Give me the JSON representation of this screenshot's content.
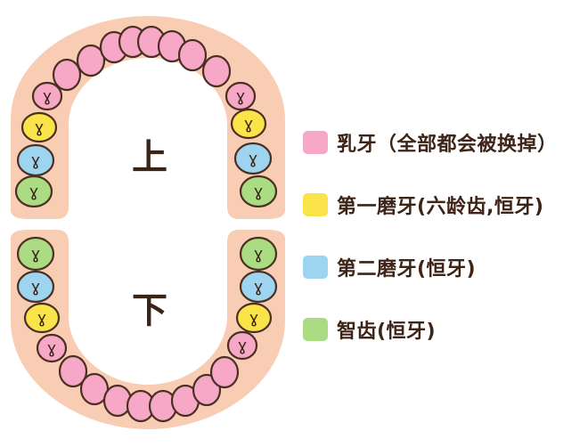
{
  "upper_label": "上",
  "lower_label": "下",
  "colors": {
    "gum": "#f8cdb4",
    "outline": "#4a3022",
    "baby": "#f6a8c6",
    "first_molar": "#fbe34a",
    "second_molar": "#9dd5f1",
    "wisdom": "#abdc83"
  },
  "tooth_mark": "ɣ",
  "legend": [
    {
      "text": "乳牙（全部都会被换掉）",
      "color": "#f6a8c6"
    },
    {
      "text": "第一磨牙(六龄齿,恒牙)",
      "color": "#fbe34a"
    },
    {
      "text": "第二磨牙(恒牙)",
      "color": "#9dd5f1"
    },
    {
      "text": "智齿(恒牙)",
      "color": "#abdc83"
    }
  ]
}
